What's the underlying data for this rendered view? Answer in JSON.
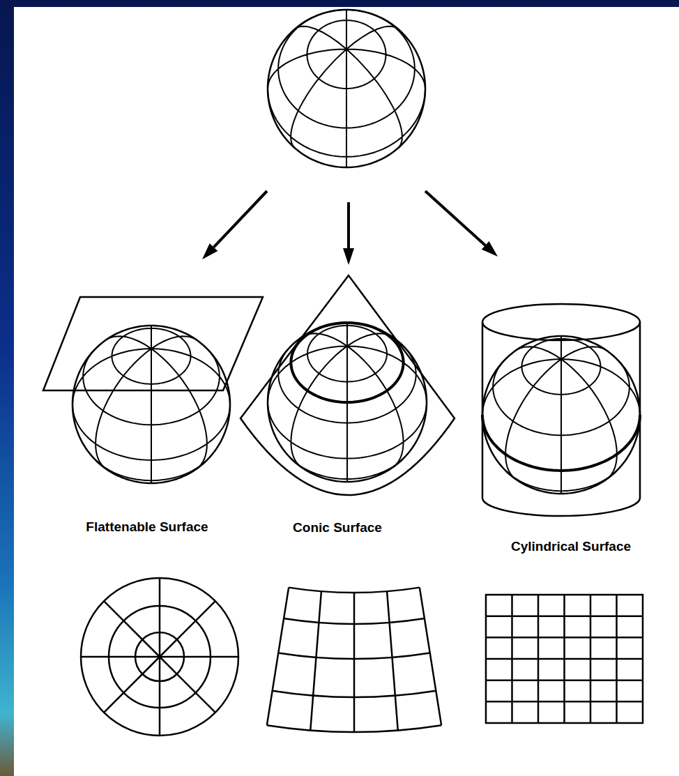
{
  "diagram": {
    "labels": [
      "Flattenable Surface",
      "Conic Surface",
      "Cylindrical Surface"
    ]
  }
}
